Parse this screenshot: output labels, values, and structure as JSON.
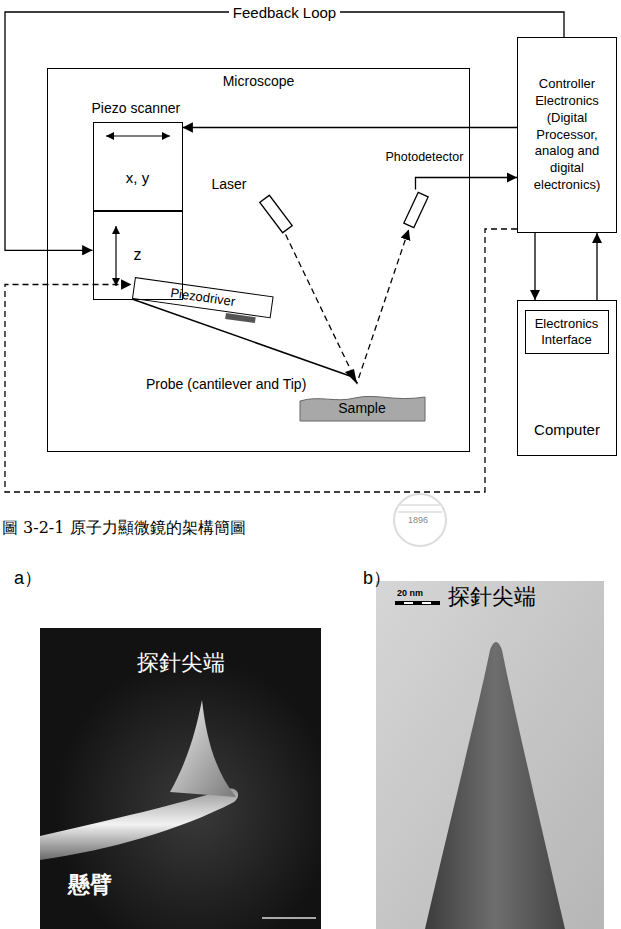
{
  "diagram": {
    "caption": "圖 3-2-1 原子力顯微鏡的架構簡圖",
    "nodes": [
      {
        "text": [
          "Microscope"
        ]
      },
      {
        "text": [
          "Piezo scanner",
          "x, y"
        ],
        "in": 0
      },
      {
        "text": [
          "z"
        ],
        "in": 0
      },
      {
        "text": [
          "Laser"
        ],
        "in": 0
      },
      {
        "text": [
          "Photodetector"
        ],
        "in": 0
      },
      {
        "text": [
          "Piezodriver"
        ],
        "in": 0
      },
      {
        "text": [
          "Sample"
        ],
        "in": 0
      },
      {
        "text": [
          "Controller Electronics (Digital Processor, analog and digital electronics)"
        ]
      },
      {
        "text": [
          "Computer"
        ]
      },
      {
        "text": [
          "Electronics Interface"
        ],
        "in": 8
      }
    ],
    "edges": [
      {
        "from": 7,
        "to": 2,
        "arrow": "to",
        "label": "Feedback Loop"
      },
      {
        "from": 7,
        "to": 1,
        "arrow": "to"
      },
      {
        "from": 4,
        "to": 7,
        "arrow": "to"
      },
      {
        "from": 7,
        "to": 5,
        "arrow": "to"
      },
      {
        "from": 7,
        "to": 8,
        "arrow": "to"
      },
      {
        "from": 8,
        "to": 7,
        "arrow": "to"
      },
      {
        "from": 3,
        "to": 4,
        "arrow": "to"
      }
    ],
    "labels": [
      "Probe (cantilever and Tip)",
      "1896",
      "a）",
      "b）",
      "探針尖端",
      "懸臂",
      "20 nm",
      "探針尖端"
    ]
  }
}
